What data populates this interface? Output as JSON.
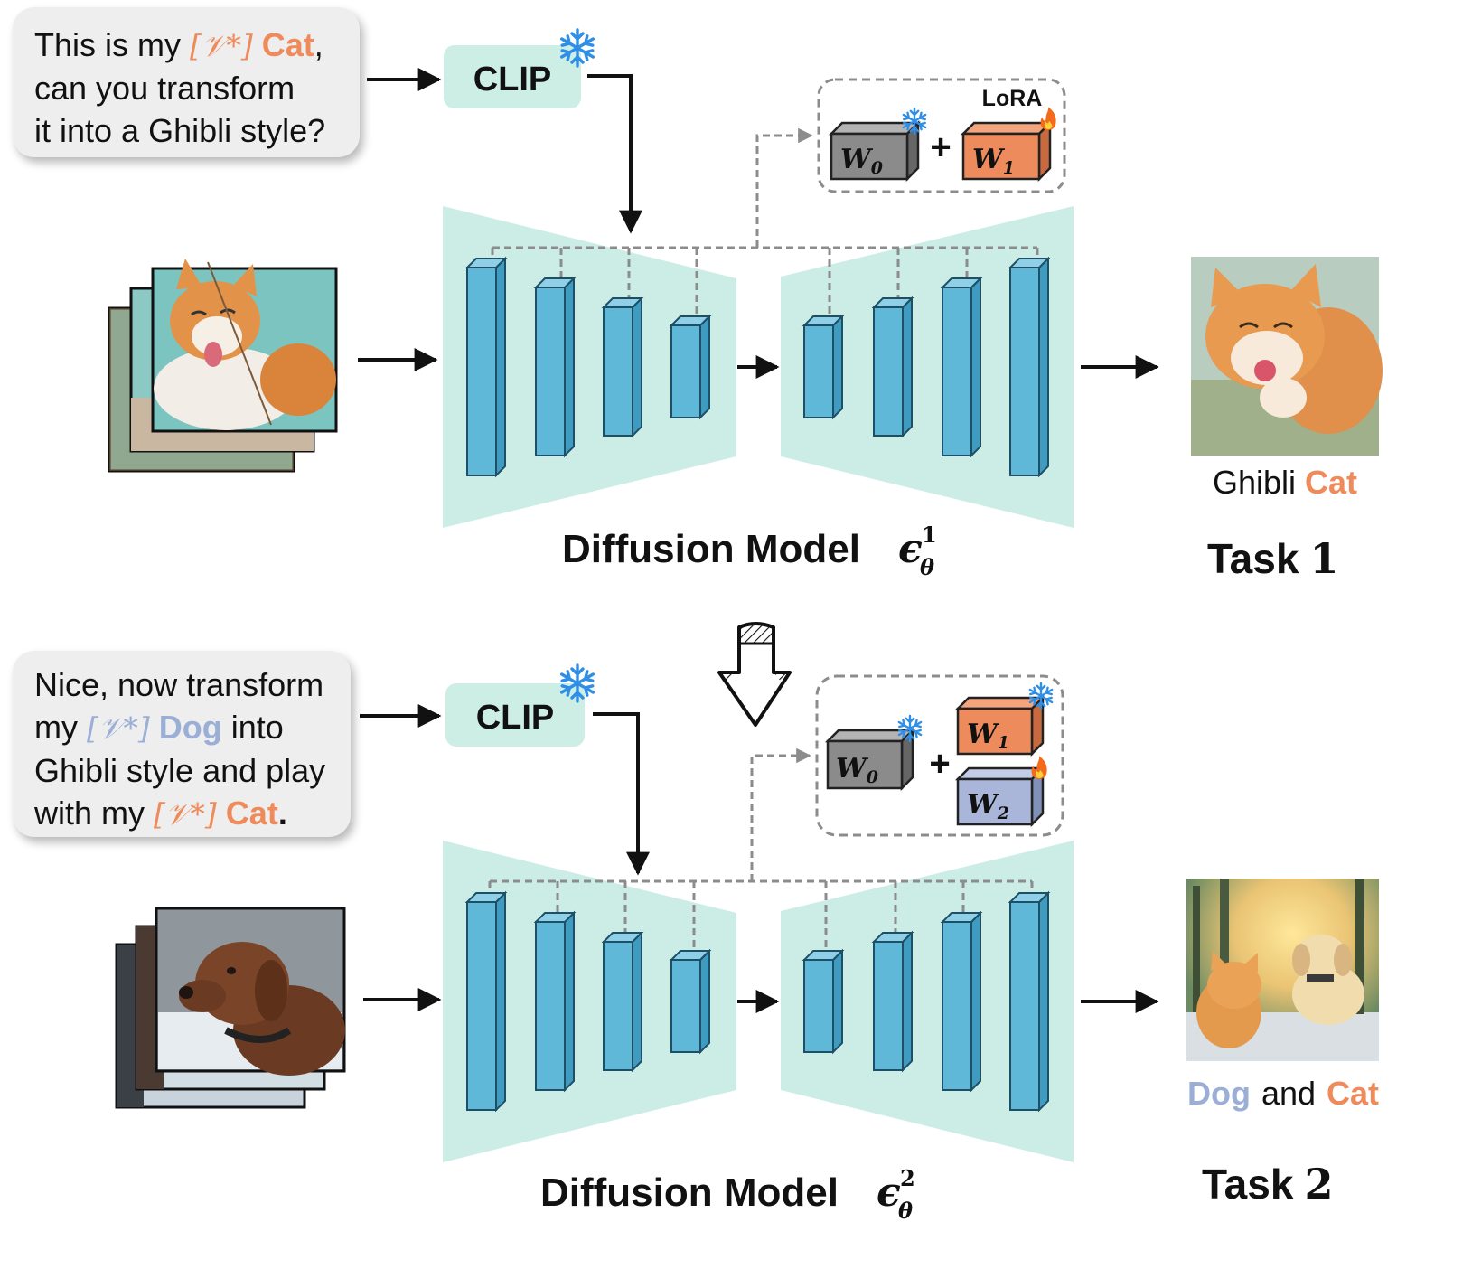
{
  "task1": {
    "prompt": {
      "pre": "This is my",
      "token": "[𝒱*]",
      "subject": "Cat",
      "post": ",",
      "line2": "can you transform",
      "line3": "it into a Ghibli style?"
    },
    "clip_label": "CLIP",
    "lora_label": "LoRA",
    "w0": "W",
    "w0_sub": "0",
    "w1": "W",
    "w1_sub": "1",
    "model_label": "Diffusion Model",
    "model_symbol": "ϵ",
    "model_sub": "θ",
    "model_sup": "1",
    "output_caption": {
      "pre": "Ghibli",
      "subject": "Cat"
    },
    "task_word": "Task",
    "task_num": "1"
  },
  "task2": {
    "prompt": {
      "line1": "Nice, now transform",
      "l2_pre": "my",
      "l2_token": "[𝒱*]",
      "l2_subject": "Dog",
      "l2_post": "into",
      "line3": "Ghibli style and play",
      "l4_pre": "with my",
      "l4_token": "[𝒱*]",
      "l4_subject": "Cat",
      "l4_post": "."
    },
    "clip_label": "CLIP",
    "w0": "W",
    "w0_sub": "0",
    "w1": "W",
    "w1_sub": "1",
    "w2": "W",
    "w2_sub": "2",
    "model_label": "Diffusion Model",
    "model_symbol": "ϵ",
    "model_sub": "θ",
    "model_sup": "2",
    "output_caption": {
      "subject1": "Dog",
      "mid": "and",
      "subject2": "Cat"
    },
    "task_word": "Task",
    "task_num": "2"
  },
  "icons": [
    "snowflake-icon",
    "flame-icon",
    "hatched-down-arrow-icon"
  ],
  "colors": {
    "unet_fill": "#ccede6",
    "block_front": "#5fb8d8",
    "block_side": "#3f9cc0",
    "block_top": "#8fd0e8",
    "clip_fill": "#cdeee5",
    "w0_fill": "#8b8b8b",
    "w1_fill": "#ed8b5c",
    "w2_fill": "#a9b6d9",
    "cat_text": "#ef8a5b",
    "dog_text": "#9aaed6",
    "dash": "#8c8c8c",
    "snowflake": "#2f8fe6",
    "flame": "#f26b1d"
  }
}
